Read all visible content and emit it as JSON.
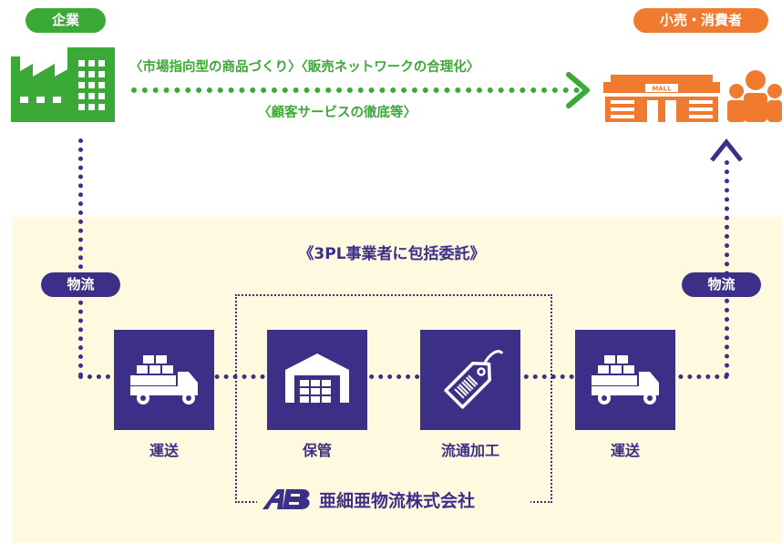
{
  "top": {
    "company_label": "企業",
    "retail_label": "小売・消費者",
    "benefit_line1": "〈市場指向型の商品づくり〉〈販売ネットワークの合理化〉",
    "benefit_line2": "〈顧客サービスの徹底等〉",
    "mall_sign": "MALL"
  },
  "panel": {
    "title": "《3PL事業者に包括委託》",
    "logistics_left": "物流",
    "logistics_right": "物流",
    "steps": [
      {
        "label": "運送",
        "icon": "truck-icon"
      },
      {
        "label": "保管",
        "icon": "warehouse-icon"
      },
      {
        "label": "流通加工",
        "icon": "tag-icon"
      },
      {
        "label": "運送",
        "icon": "truck-icon"
      }
    ],
    "company_name": "亜細亜物流株式会社",
    "logo_text": "AB"
  },
  "colors": {
    "green": "#3aa935",
    "orange": "#f07a2f",
    "navy": "#3b2f87",
    "panel_bg": "#fff9df"
  }
}
